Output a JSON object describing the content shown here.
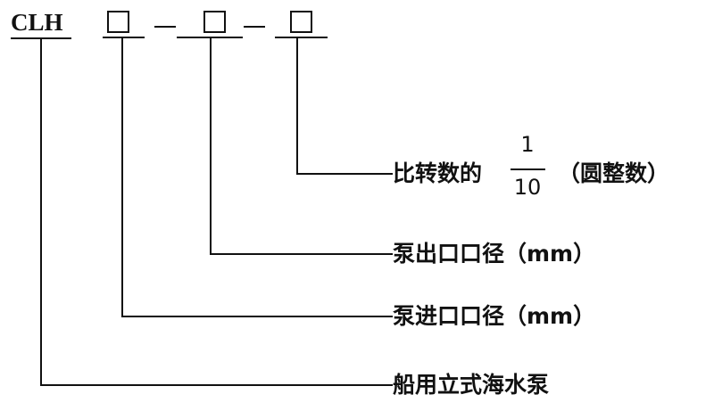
{
  "model_code": {
    "prefix": "CLH",
    "separator": "–"
  },
  "labels": {
    "specific_speed": "比转数的",
    "fraction_numerator": "1",
    "fraction_denominator": "10",
    "specific_speed_note": "（圆整数）",
    "outlet_diameter": "泵出口口径（mm）",
    "inlet_diameter": "泵进口口径（mm）",
    "pump_type": "船用立式海水泵"
  }
}
